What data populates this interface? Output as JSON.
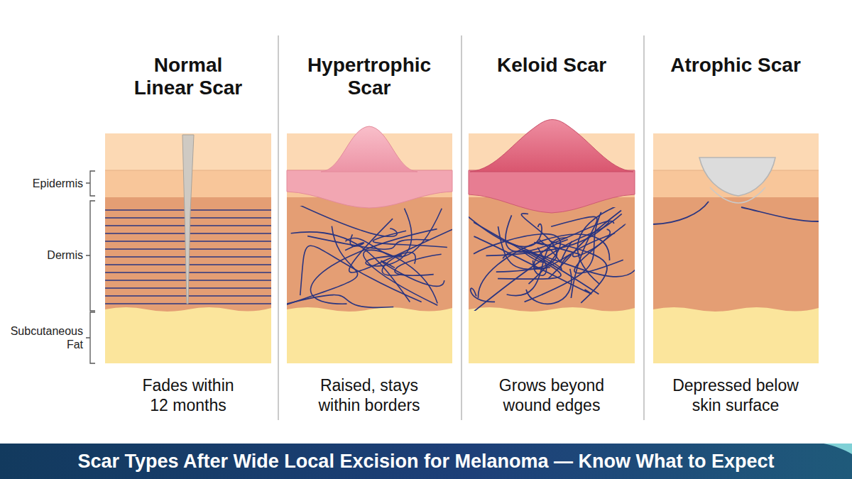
{
  "diagram": {
    "caption": "Scar Types After Wide Local Excision for Melanoma — Know What to Expect",
    "nodes": [
      {
        "text": [
          "Normal Linear Scar",
          "Fades within 12 months"
        ]
      },
      {
        "text": [
          "Hypertrophic Scar",
          "Raised, stays within borders"
        ]
      },
      {
        "text": [
          "Keloid Scar",
          "Grows beyond wound edges"
        ]
      },
      {
        "text": [
          "Atrophic Scar",
          "Depressed below skin surface"
        ]
      }
    ],
    "labels": [
      "Epidermis",
      "Dermis",
      "Subcutaneous Fat"
    ]
  }
}
